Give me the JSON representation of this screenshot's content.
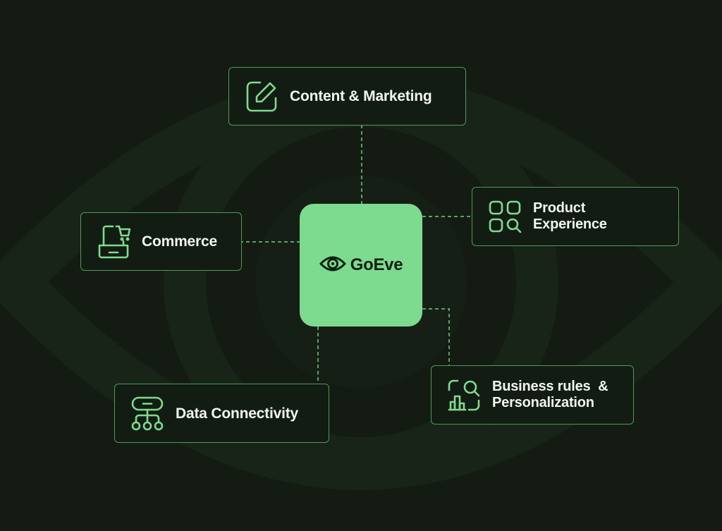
{
  "diagram": {
    "center": {
      "brand_name": "GoEve",
      "logo_icon": "eye-logo-icon"
    },
    "nodes": {
      "content_marketing": {
        "label": "Content & Marketing",
        "icon": "edit-icon"
      },
      "commerce": {
        "label": "Commerce",
        "icon": "laptop-cart-icon"
      },
      "product_experience": {
        "line1": "Product",
        "line2": "Experience",
        "icon": "grid-search-icon"
      },
      "business_rules": {
        "line1": "Business rules  &",
        "line2": "Personalization",
        "icon": "chart-search-icon"
      },
      "data_connectivity": {
        "label": "Data Connectivity",
        "icon": "network-icon"
      }
    }
  },
  "colors": {
    "background": "#131b13",
    "accent": "#7ddb8f",
    "node_border": "#4f9a59",
    "connector": "#6fcf80",
    "text": "#f3f6f2"
  }
}
